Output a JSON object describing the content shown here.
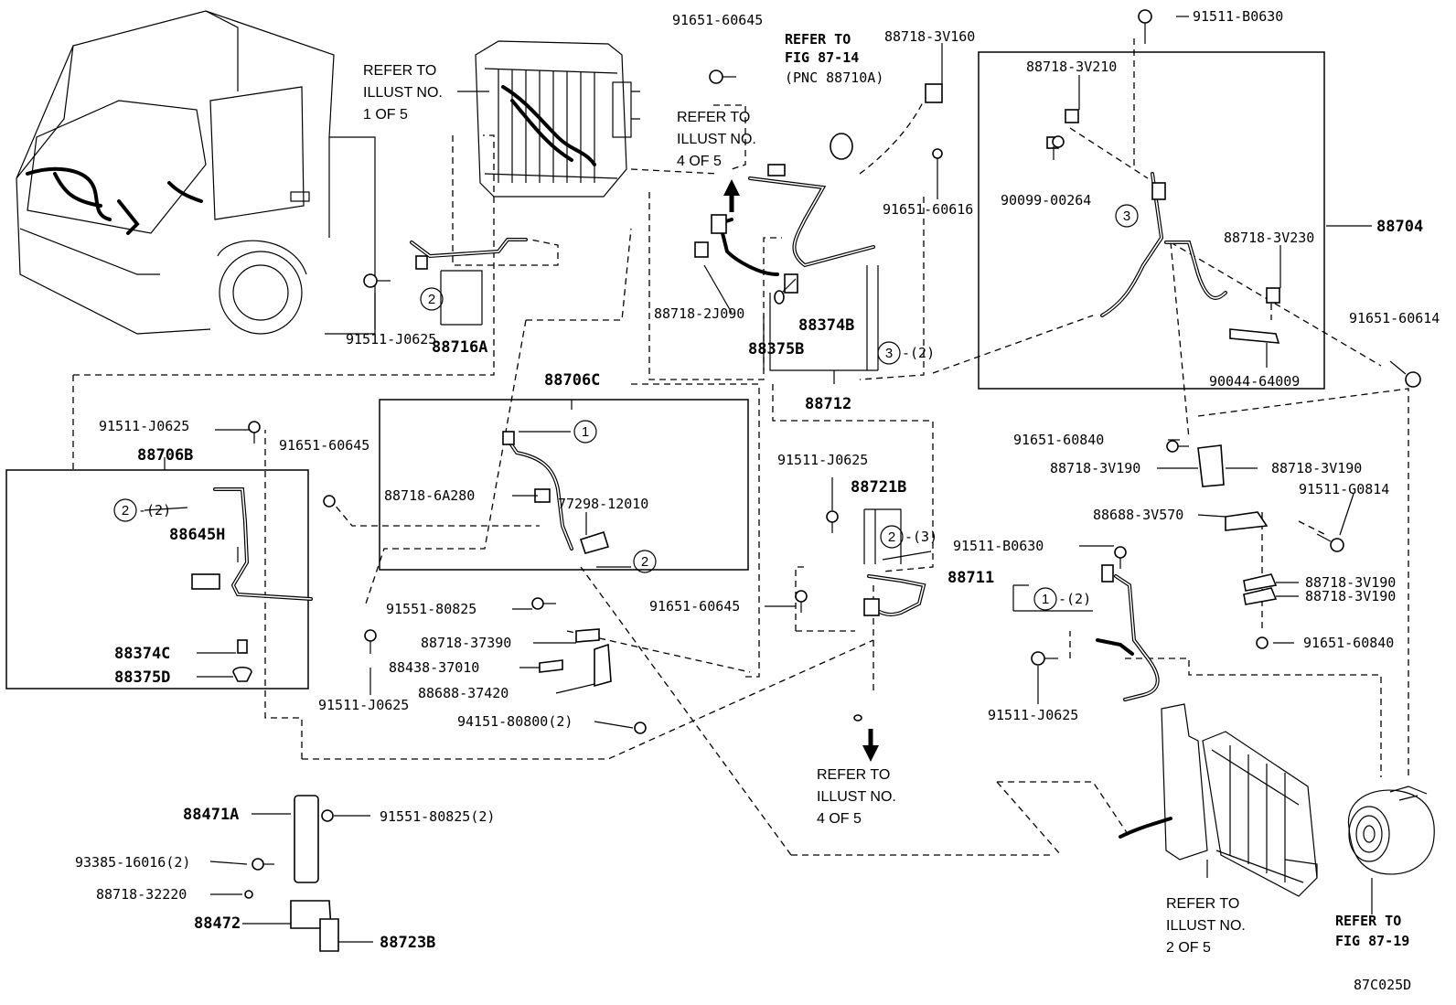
{
  "diagram_code": "87C025D",
  "references": {
    "illust_1": [
      "REFER TO",
      "ILLUST NO.",
      "1 OF 5"
    ],
    "illust_4a": [
      "REFER TO",
      "ILLUST NO.",
      "4 OF 5"
    ],
    "illust_4b": [
      "REFER TO",
      "ILLUST NO.",
      "4 OF 5"
    ],
    "illust_2": [
      "REFER TO",
      "ILLUST NO.",
      "2 OF 5"
    ],
    "fig_87_14": [
      "REFER TO",
      "FIG 87-14",
      "(PNC 88710A)"
    ],
    "fig_87_19": [
      "REFER TO",
      "FIG 87-19"
    ]
  },
  "parts": {
    "p91651_60645_top": "91651-60645",
    "p88718_3v160": "88718-3V160",
    "p91511_b0630_top": "91511-B0630",
    "p88718_3v210": "88718-3V210",
    "p90099_00264": "90099-00264",
    "p88704": "88704",
    "p88718_3v230": "88718-3V230",
    "p91651_60614": "91651-60614",
    "p90044_64009": "90044-64009",
    "p91651_60616": "91651-60616",
    "p88718_2j090": "88718-2J090",
    "p88374b": "88374B",
    "p88375b": "88375B",
    "p88712": "88712",
    "p91511_j0625_a": "91511-J0625",
    "p88716a": "88716A",
    "p88706c": "88706C",
    "p91511_j0625_b": "91511-J0625",
    "p88706b": "88706B",
    "p91651_60645_left": "91651-60645",
    "p88718_6a280": "88718-6A280",
    "p77298_12010": "77298-12010",
    "p88645h": "88645H",
    "p88374c": "88374C",
    "p88375d": "88375D",
    "p91511_j0625_c": "91511-J0625",
    "p91551_80825": "91551-80825",
    "p88718_37390": "88718-37390",
    "p88438_37010": "88438-37010",
    "p88688_37420": "88688-37420",
    "p94151_80800": "94151-80800(2)",
    "p91511_j0625_d": "91511-J0625",
    "p88721b": "88721B",
    "p91651_60645_mid": "91651-60645",
    "p91651_60840_a": "91651-60840",
    "p88718_3v190_a": "88718-3V190",
    "p88718_3v190_b": "88718-3V190",
    "p91511_g0814": "91511-G0814",
    "p88688_3v570": "88688-3V570",
    "p91511_b0630_mid": "91511-B0630",
    "p88711": "88711",
    "p88718_3v190_c": "88718-3V190",
    "p88718_3v190_d": "88718-3V190",
    "p91651_60840_b": "91651-60840",
    "p91511_j0625_e": "91511-J0625",
    "p88471a": "88471A",
    "p91551_80825_2": "91551-80825(2)",
    "p93385_16016": "93385-16016(2)",
    "p88718_32220": "88718-32220",
    "p88472": "88472",
    "p88723b": "88723B"
  },
  "callouts": {
    "c1_a": "1",
    "c1_b": "1",
    "c2_a": "2",
    "c2_b": "2",
    "c2_c": "2",
    "c2_d": "2",
    "c3_a": "3",
    "c3_b": "3",
    "q2": "-(2)",
    "q3": "-(3)"
  }
}
